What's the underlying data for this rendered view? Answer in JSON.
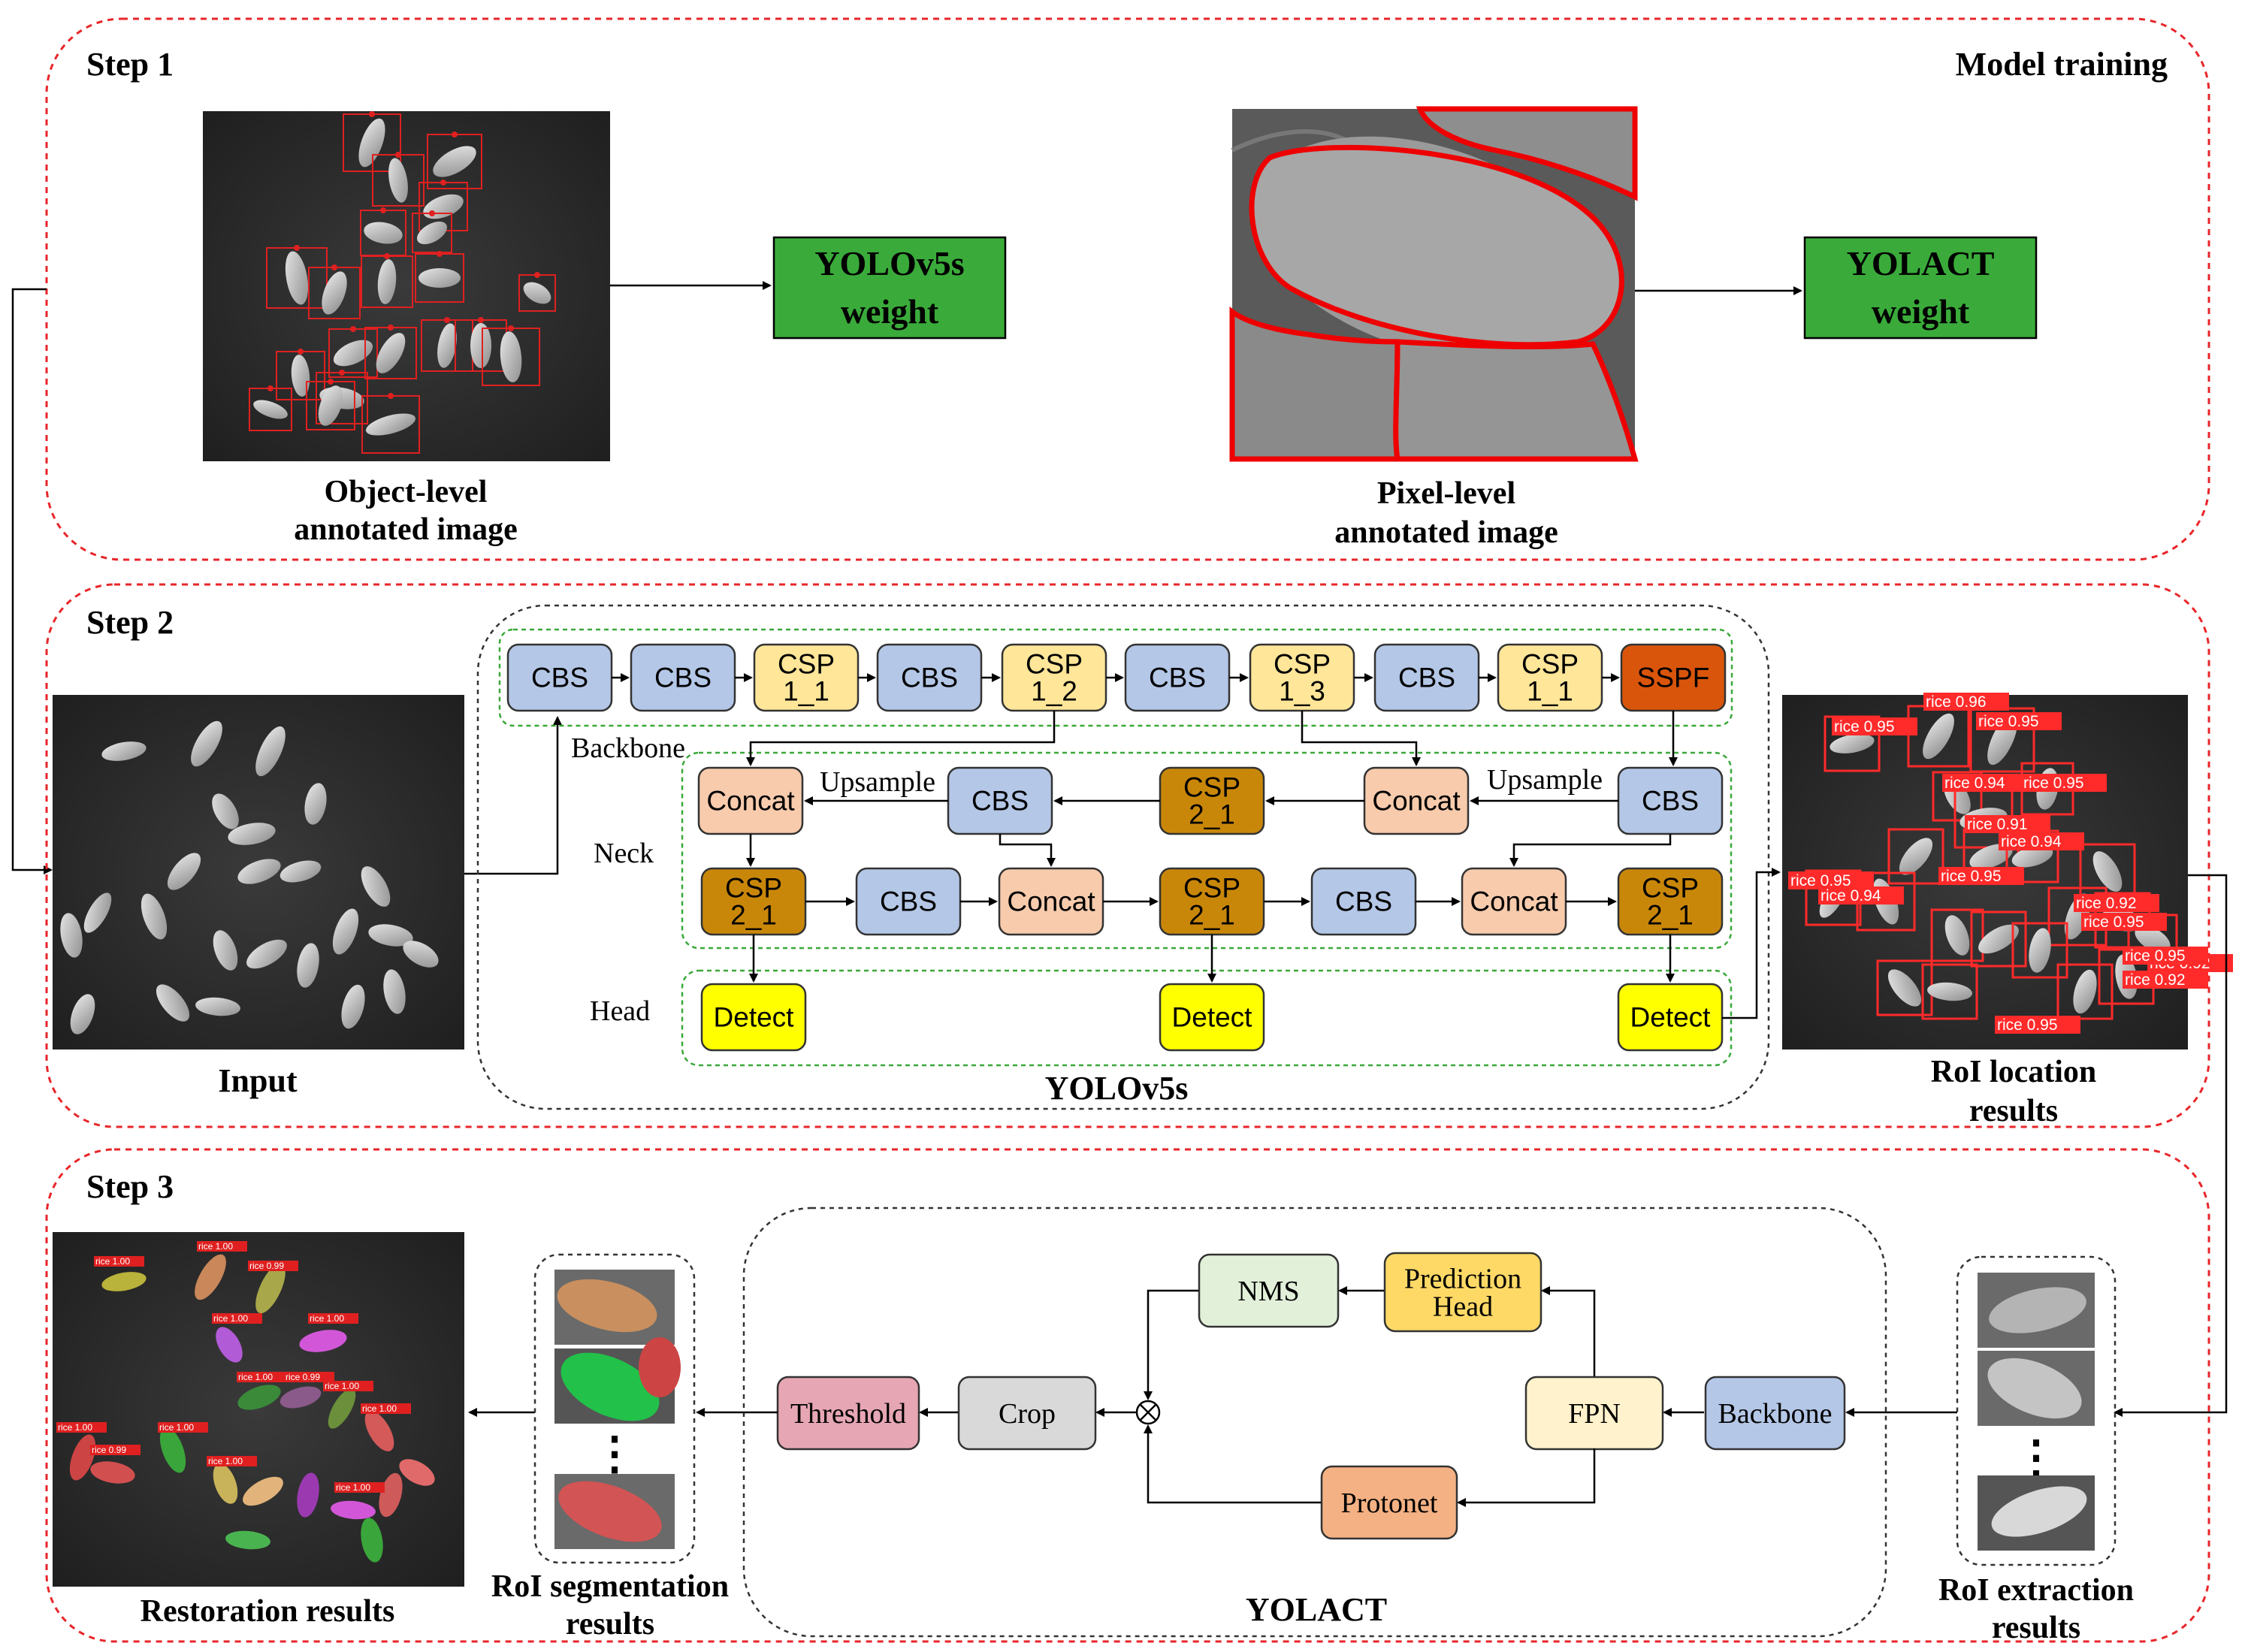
{
  "step1": {
    "label": "Step 1",
    "title": "Model training",
    "object_caption": [
      "Object-level",
      "annotated image"
    ],
    "pixel_caption": [
      "Pixel-level",
      "annotated image"
    ],
    "yolov5s_weight": [
      "YOLOv5s",
      "weight"
    ],
    "yolact_weight": [
      "YOLACT",
      "weight"
    ]
  },
  "step2": {
    "label": "Step 2",
    "input_caption": "Input",
    "roi_caption": [
      "RoI location",
      "results"
    ],
    "yolov5s_title": "YOLOv5s",
    "backbone_label": "Backbone",
    "neck_label": "Neck",
    "head_label": "Head",
    "upsample1": "Upsample",
    "upsample2": "Upsample",
    "backbone_blocks": [
      [
        "CBS"
      ],
      [
        "CBS"
      ],
      [
        "CSP",
        "1_1"
      ],
      [
        "CBS"
      ],
      [
        "CSP",
        "1_2"
      ],
      [
        "CBS"
      ],
      [
        "CSP",
        "1_3"
      ],
      [
        "CBS"
      ],
      [
        "CSP",
        "1_1"
      ],
      [
        "SSPF"
      ]
    ],
    "neck_row1": [
      [
        "Concat"
      ],
      [
        "CBS"
      ],
      [
        "CSP",
        "2_1"
      ],
      [
        "Concat"
      ],
      [
        "CBS"
      ]
    ],
    "neck_row2": [
      [
        "CSP",
        "2_1"
      ],
      [
        "CBS"
      ],
      [
        "Concat"
      ],
      [
        "CSP",
        "2_1"
      ],
      [
        "CBS"
      ],
      [
        "Concat"
      ],
      [
        "CSP",
        "2_1"
      ]
    ],
    "detect": "Detect",
    "roi_labels": [
      "rice 0.95",
      "rice 0.96",
      "rice 0.95",
      "rice 0.94",
      "rice 0.95",
      "rice 0.91",
      "rice 0.94",
      "rice 0.95",
      "rice 0.95",
      "rice 0.94",
      "rice 0.92",
      "rice 0.95",
      "rice 0.92",
      "rice 0.95",
      "rice 0.92",
      "rice 0.95"
    ]
  },
  "step3": {
    "label": "Step 3",
    "restoration_caption": "Restoration results",
    "roi_seg_caption": [
      "RoI segmentation",
      "results"
    ],
    "roi_ext_caption": [
      "RoI extraction",
      "results"
    ],
    "yolact_title": "YOLACT",
    "blocks": {
      "nms": "NMS",
      "prediction_head": [
        "Prediction",
        "Head"
      ],
      "fpn": "FPN",
      "backbone": "Backbone",
      "protonet": "Protonet",
      "crop": "Crop",
      "threshold": "Threshold"
    },
    "restoration_labels": [
      "rice 1.00",
      "rice 1.00",
      "rice 0.99",
      "rice 1.00",
      "rice 1.00",
      "rice 1.00",
      "rice 0.99",
      "rice 1.00",
      "rice 1.00",
      "rice 1.00",
      "rice 1.00",
      "rice 0.99",
      "rice 1.00",
      "rice 1.00"
    ]
  },
  "colors": {
    "dashed_red": "#e8262a",
    "weight_green": "#3aab3a",
    "cbs_blue": "#b4c7e7",
    "csp1_yellow": "#ffe699",
    "csp2_brown": "#c9870a",
    "sspf_orange": "#d9550b",
    "concat_peach": "#f8cbad",
    "detect_yellow": "#ffff00",
    "nms_green": "#e2f0d9",
    "pred_head_gold": "#ffd966",
    "fpn_cream": "#fff2cc",
    "protonet_orange": "#f4b183",
    "crop_grey": "#d9d9d9",
    "threshold_pink": "#e6a6b4"
  }
}
